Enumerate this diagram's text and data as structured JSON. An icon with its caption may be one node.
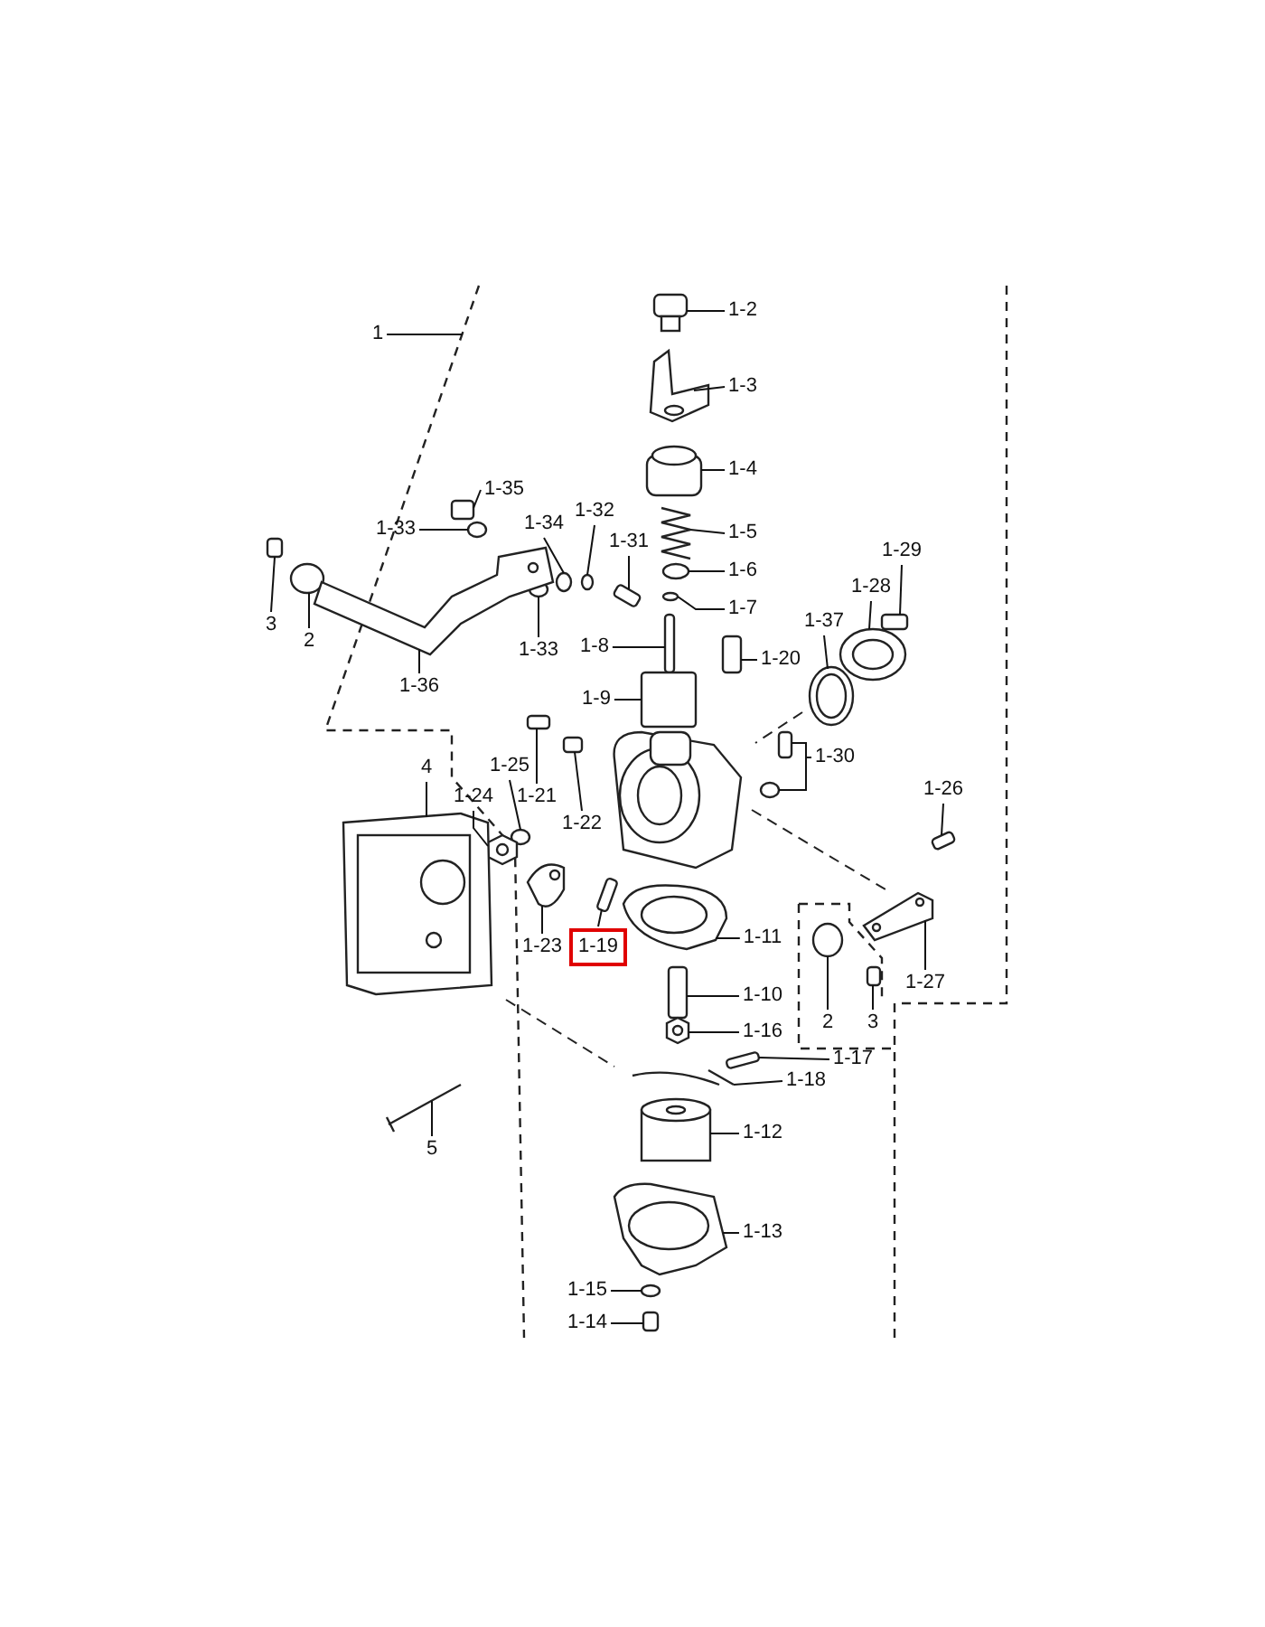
{
  "diagram": {
    "nodes": [
      {
        "text": [
          "1"
        ]
      },
      {
        "text": [
          "1-2"
        ]
      },
      {
        "text": [
          "1-3"
        ]
      },
      {
        "text": [
          "1-35"
        ]
      },
      {
        "text": [
          "1-4"
        ]
      },
      {
        "text": [
          "1-32"
        ]
      },
      {
        "text": [
          "1-34"
        ]
      },
      {
        "text": [
          "1-33"
        ]
      },
      {
        "text": [
          "1-5"
        ]
      },
      {
        "text": [
          "1-31"
        ]
      },
      {
        "text": [
          "1-29"
        ]
      },
      {
        "text": [
          "1-28"
        ]
      },
      {
        "text": [
          "3"
        ]
      },
      {
        "text": [
          "2"
        ]
      },
      {
        "text": [
          "1-33"
        ]
      },
      {
        "text": [
          "1-6"
        ]
      },
      {
        "text": [
          "1-7"
        ]
      },
      {
        "text": [
          "1-37"
        ]
      },
      {
        "text": [
          "1-36"
        ]
      },
      {
        "text": [
          "1-8"
        ]
      },
      {
        "text": [
          "1-20"
        ]
      },
      {
        "text": [
          "1-9"
        ]
      },
      {
        "text": [
          "1-30"
        ]
      },
      {
        "text": [
          "1-25"
        ]
      },
      {
        "text": [
          "1-21"
        ]
      },
      {
        "text": [
          "1-24"
        ]
      },
      {
        "text": [
          "4"
        ]
      },
      {
        "text": [
          "1-26"
        ]
      },
      {
        "text": [
          "1-22"
        ]
      },
      {
        "text": [
          "1-23"
        ]
      },
      {
        "text": [
          "1-19"
        ]
      },
      {
        "text": [
          "1-11"
        ]
      },
      {
        "text": [
          "2"
        ]
      },
      {
        "text": [
          "3"
        ]
      },
      {
        "text": [
          "1-27"
        ]
      },
      {
        "text": [
          "1-10"
        ]
      },
      {
        "text": [
          "1-16"
        ]
      },
      {
        "text": [
          "1-17"
        ]
      },
      {
        "text": [
          "1-18"
        ]
      },
      {
        "text": [
          "5"
        ]
      },
      {
        "text": [
          "1-12"
        ]
      },
      {
        "text": [
          "1-13"
        ]
      },
      {
        "text": [
          "1-15"
        ]
      },
      {
        "text": [
          "1-14"
        ]
      },
      {
        "text": [],
        "shape": "picture"
      },
      {
        "text": [],
        "shape": "picture"
      },
      {
        "text": [],
        "shape": "box"
      },
      {
        "text": [],
        "shape": "picture"
      },
      {
        "text": [],
        "shape": "circle"
      },
      {
        "text": [],
        "shape": "circle"
      },
      {
        "text": [],
        "shape": "circle"
      },
      {
        "text": [],
        "shape": "picture"
      },
      {
        "text": [],
        "shape": "box"
      },
      {
        "text": [],
        "shape": "box"
      },
      {
        "text": [],
        "shape": "picture"
      },
      {
        "text": [],
        "shape": "box"
      },
      {
        "text": [],
        "shape": "circle"
      },
      {
        "text": [],
        "shape": "circle"
      },
      {
        "text": [],
        "shape": "circle"
      },
      {
        "text": [],
        "shape": "circle"
      },
      {
        "text": [],
        "shape": "picture"
      },
      {
        "text": [],
        "shape": "picture"
      },
      {
        "text": [],
        "shape": "box"
      },
      {
        "text": [],
        "shape": "box"
      },
      {
        "text": [],
        "shape": "box"
      },
      {
        "text": [],
        "shape": "box"
      },
      {
        "text": [],
        "shape": "circle"
      },
      {
        "text": [],
        "shape": "circle"
      },
      {
        "text": [],
        "shape": "box"
      },
      {
        "text": [],
        "shape": "picture"
      },
      {
        "text": [],
        "shape": "picture"
      },
      {
        "text": [],
        "shape": "box"
      },
      {
        "text": [],
        "shape": "box"
      },
      {
        "text": [],
        "shape": "picture"
      },
      {
        "text": [],
        "shape": "box"
      },
      {
        "text": [],
        "shape": "picture"
      },
      {
        "text": [],
        "shape": "circle"
      },
      {
        "text": [],
        "shape": "box"
      },
      {
        "text": [],
        "shape": "picture"
      },
      {
        "text": [],
        "shape": "box"
      },
      {
        "text": [],
        "shape": "picture"
      },
      {
        "text": [],
        "shape": "box"
      },
      {
        "text": [],
        "shape": "picture"
      },
      {
        "text": [],
        "shape": "picture"
      },
      {
        "text": [],
        "shape": "picture"
      },
      {
        "text": [],
        "shape": "picture"
      },
      {
        "text": [],
        "shape": "circle"
      },
      {
        "text": [],
        "shape": "box"
      },
      {
        "text": [],
        "shape": "picture"
      }
    ],
    "edges": [
      {
        "from": 0,
        "to": null,
        "arrow": "none"
      },
      {
        "from": 1,
        "to": 44,
        "arrow": "none"
      },
      {
        "from": 2,
        "to": 45,
        "arrow": "none"
      },
      {
        "from": 3,
        "to": 46,
        "arrow": "none"
      },
      {
        "from": 4,
        "to": 47,
        "arrow": "none"
      },
      {
        "from": 5,
        "to": 48,
        "arrow": "none"
      },
      {
        "from": 6,
        "to": 49,
        "arrow": "none"
      },
      {
        "from": 7,
        "to": 50,
        "arrow": "none"
      },
      {
        "from": 8,
        "to": 51,
        "arrow": "none"
      },
      {
        "from": 9,
        "to": 52,
        "arrow": "none"
      },
      {
        "from": 10,
        "to": 53,
        "arrow": "none"
      },
      {
        "from": 11,
        "to": 54,
        "arrow": "none"
      },
      {
        "from": 12,
        "to": 55,
        "arrow": "none"
      },
      {
        "from": 13,
        "to": 56,
        "arrow": "none"
      },
      {
        "from": 14,
        "to": 57,
        "arrow": "none"
      },
      {
        "from": 15,
        "to": 58,
        "arrow": "none"
      },
      {
        "from": 16,
        "to": 59,
        "arrow": "none"
      },
      {
        "from": 17,
        "to": 60,
        "arrow": "none"
      },
      {
        "from": 18,
        "to": 61,
        "arrow": "none"
      },
      {
        "from": 19,
        "to": 62,
        "arrow": "none"
      },
      {
        "from": 20,
        "to": 63,
        "arrow": "none"
      },
      {
        "from": 21,
        "to": 64,
        "arrow": "none"
      },
      {
        "from": 22,
        "to": 65,
        "arrow": "none"
      },
      {
        "from": 22,
        "to": 66,
        "arrow": "none"
      },
      {
        "from": 23,
        "to": 67,
        "arrow": "none"
      },
      {
        "from": 24,
        "to": 68,
        "arrow": "none"
      },
      {
        "from": 25,
        "to": 69,
        "arrow": "none"
      },
      {
        "from": 26,
        "to": 70,
        "arrow": "none"
      },
      {
        "from": 27,
        "to": 71,
        "arrow": "none"
      },
      {
        "from": 28,
        "to": 72,
        "arrow": "none"
      },
      {
        "from": 29,
        "to": 73,
        "arrow": "none"
      },
      {
        "from": 30,
        "to": 74,
        "arrow": "none"
      },
      {
        "from": 31,
        "to": 75,
        "arrow": "none"
      },
      {
        "from": 32,
        "to": 76,
        "arrow": "none"
      },
      {
        "from": 33,
        "to": 77,
        "arrow": "none"
      },
      {
        "from": 34,
        "to": 78,
        "arrow": "none"
      },
      {
        "from": 35,
        "to": 79,
        "arrow": "none"
      },
      {
        "from": 36,
        "to": 80,
        "arrow": "none"
      },
      {
        "from": 37,
        "to": 81,
        "arrow": "none"
      },
      {
        "from": 38,
        "to": 82,
        "arrow": "none"
      },
      {
        "from": 39,
        "to": 83,
        "arrow": "none"
      },
      {
        "from": 40,
        "to": 84,
        "arrow": "none"
      },
      {
        "from": 41,
        "to": 85,
        "arrow": "none"
      },
      {
        "from": 42,
        "to": 86,
        "arrow": "none"
      },
      {
        "from": 43,
        "to": 87,
        "arrow": "none"
      }
    ]
  }
}
